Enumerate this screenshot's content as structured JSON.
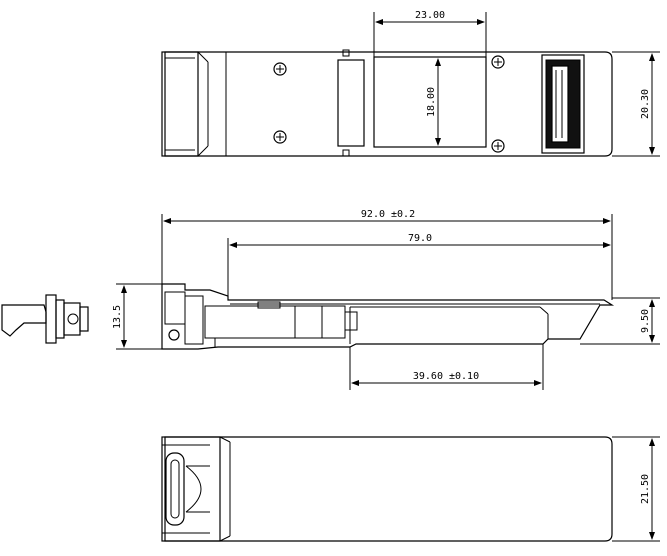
{
  "drawing": {
    "top_view": {
      "dim_width": "23.00",
      "dim_window_height": "18.00",
      "dim_height": "20.30"
    },
    "side_view": {
      "dim_total_length": "92.0 ±0.2",
      "dim_inner_length": "79.0",
      "dim_left_height": "13.5",
      "dim_right_height": "9.50",
      "dim_bottom_length": "39.60 ±0.10"
    },
    "bottom_view": {
      "dim_height": "21.50"
    }
  },
  "colors": {
    "line": "#000000",
    "background": "#ffffff"
  }
}
